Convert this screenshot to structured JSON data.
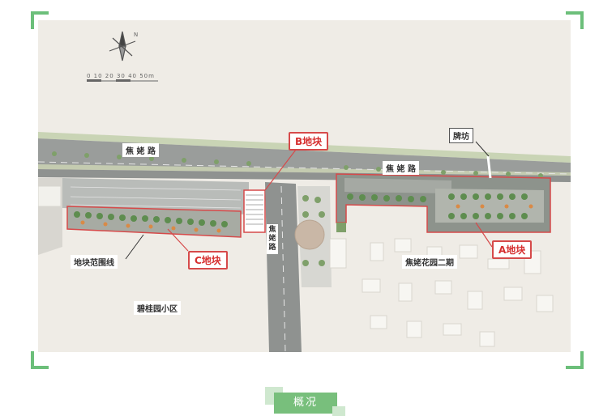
{
  "labels": {
    "road_top_left": "焦 姥 路",
    "road_top_right": "焦 姥 路",
    "road_vertical": "焦姥路",
    "block_b": "B地块",
    "block_c": "C地块",
    "block_a": "A地块",
    "archway": "牌坊",
    "boundary_line": "地块范围线",
    "community_left": "碧桂园小区",
    "community_right": "焦姥花园二期",
    "scale": "0 10 20 30 40 50m"
  },
  "caption": "概况",
  "colors": {
    "accent_green": "#6cbf7a",
    "block_outline": "#d64a4a",
    "road": "#8f9290",
    "ground": "#efece6"
  }
}
